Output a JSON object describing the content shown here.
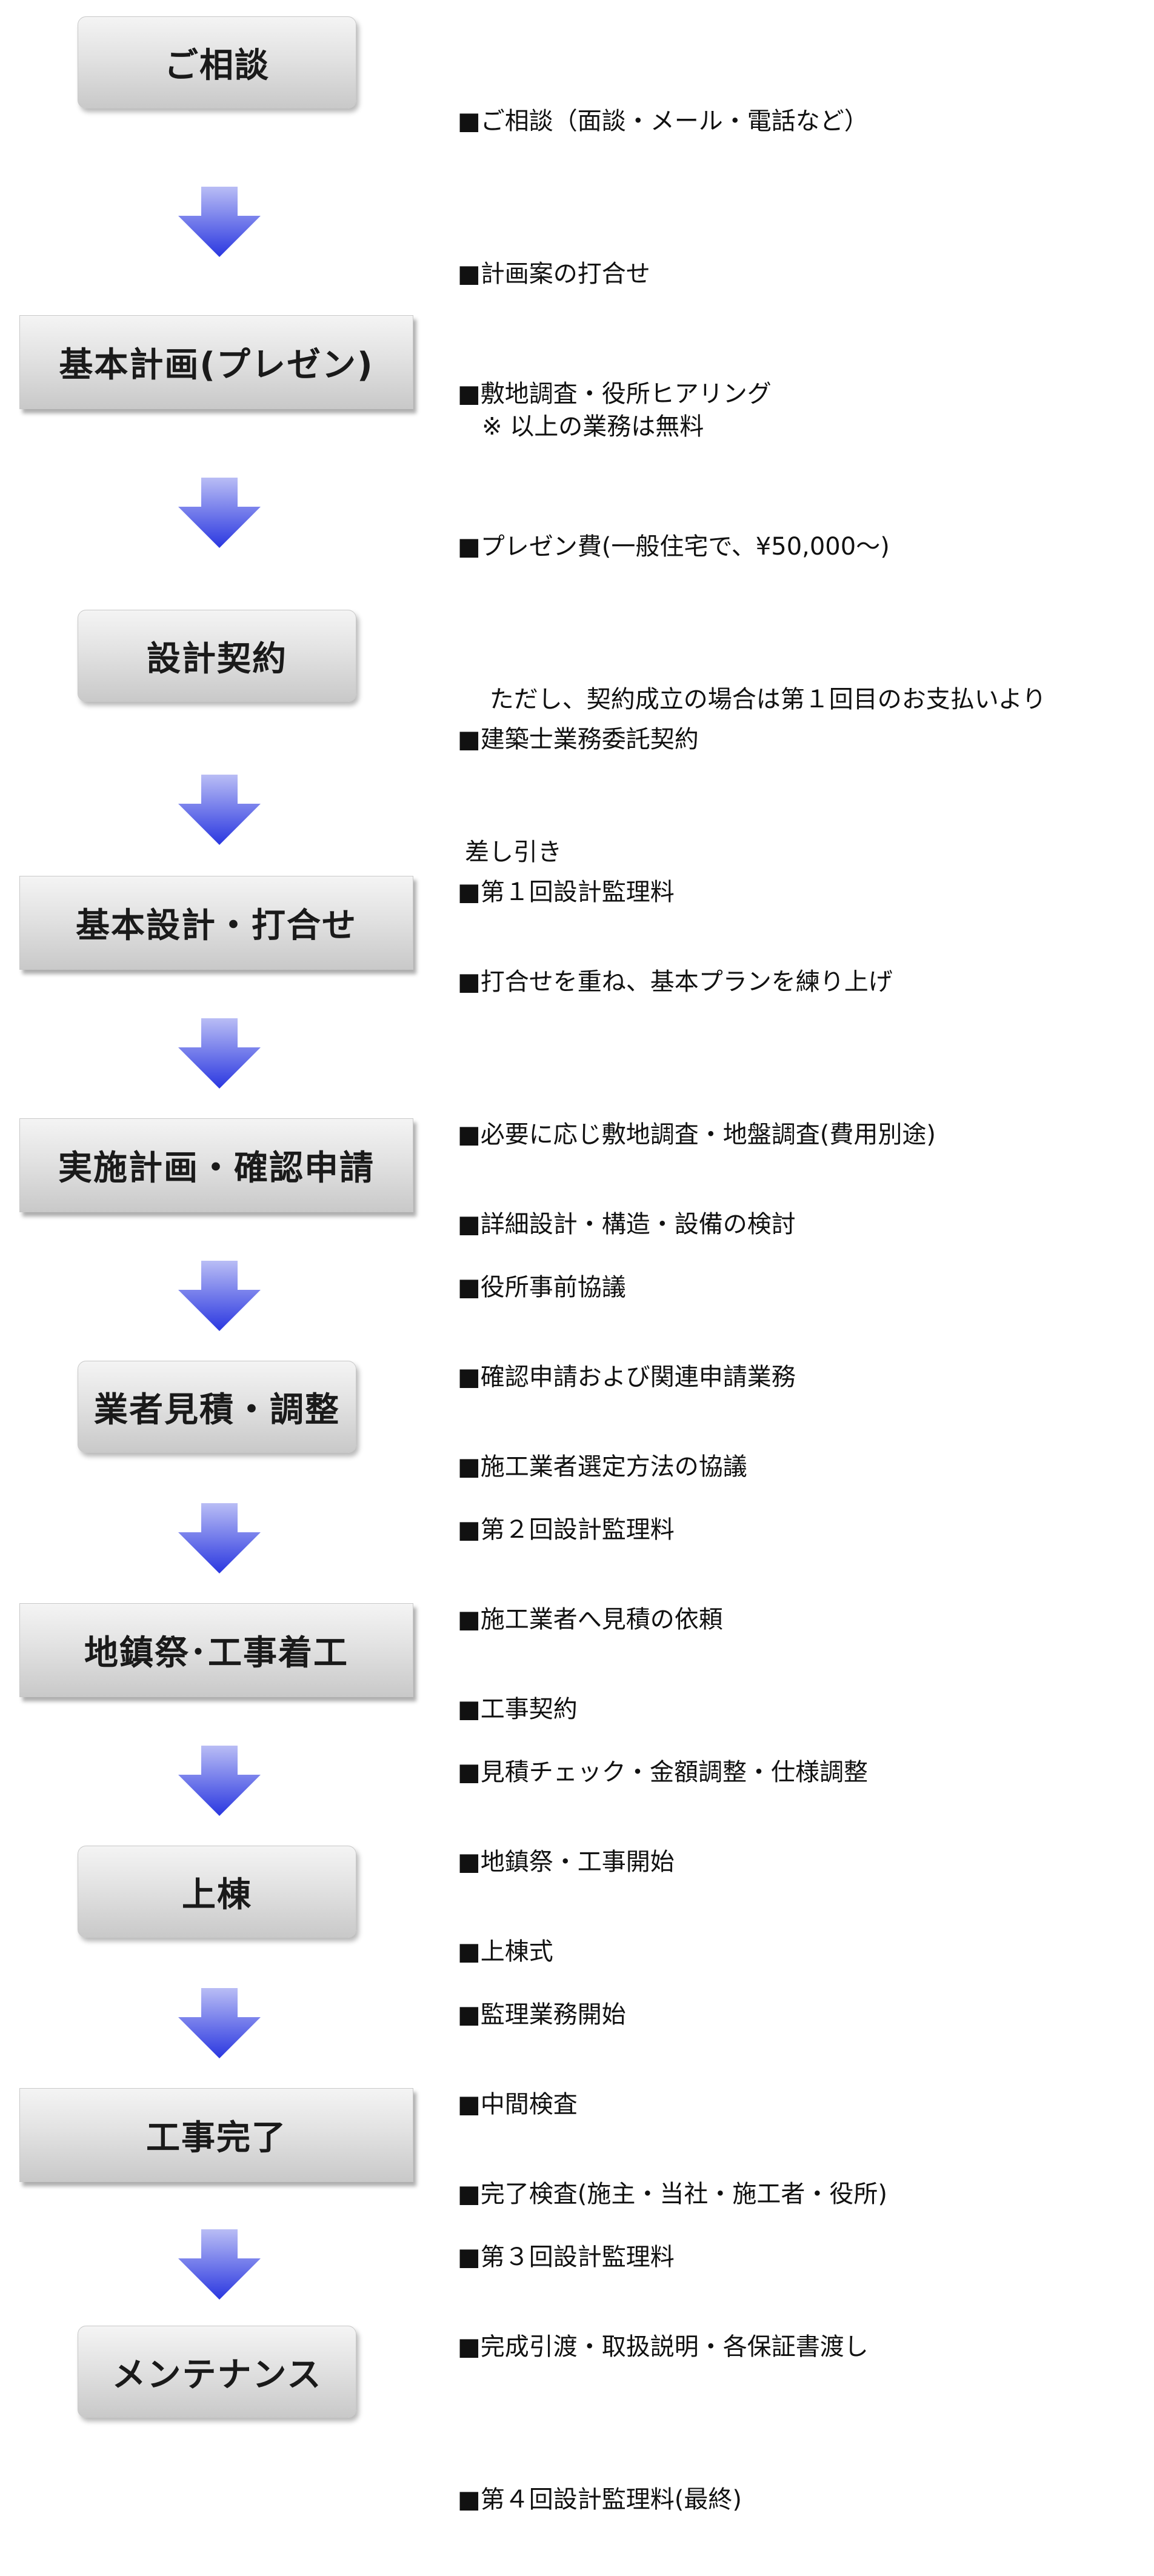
{
  "steps": [
    {
      "label": "ご相談",
      "lines": [
        "■ご相談（面談・メール・電話など）",
        "■計画案の打合せ",
        "　※ 以上の業務は無料"
      ]
    },
    {
      "label": "基本計画(プレゼン)",
      "lines": [
        "■敷地調査・役所ヒアリング",
        "■プレゼン費(一般住宅で、¥50,000～)",
        "　 ただし、契約成立の場合は第１回目のお支払いより",
        "差し引き"
      ]
    },
    {
      "label": "設計契約",
      "lines": [
        "■建築士業務委託契約",
        "■第１回設計監理料"
      ]
    },
    {
      "label": "基本設計・打合せ",
      "lines": [
        "■打合せを重ね、基本プランを練り上げ",
        "■必要に応じ敷地調査・地盤調査(費用別途)",
        "■役所事前協議"
      ]
    },
    {
      "label": "実施計画・確認申請",
      "lines": [
        "■詳細設計・構造・設備の検討",
        "■確認申請および関連申請業務",
        "■第２回設計監理料"
      ]
    },
    {
      "label": "業者見積・調整",
      "lines": [
        "■施工業者選定方法の協議",
        "■施工業者へ見積の依頼",
        "■見積チェック・金額調整・仕様調整"
      ]
    },
    {
      "label": "地鎮祭･工事着工",
      "lines": [
        "■工事契約",
        "■地鎮祭・工事開始",
        "■監理業務開始"
      ]
    },
    {
      "label": "上棟",
      "lines": [
        "■上棟式",
        "■中間検査",
        "■第３回設計監理料"
      ]
    },
    {
      "label": "工事完了",
      "lines": [
        "■完了検査(施主・当社・施工者・役所)",
        "■完成引渡・取扱説明・各保証書渡し",
        "■第４回設計監理料(最終)"
      ]
    },
    {
      "label": "メンテナンス",
      "lines": []
    }
  ],
  "colors": {
    "arrow_top": "#b9bdf5",
    "arrow_bottom": "#2a37e0"
  }
}
